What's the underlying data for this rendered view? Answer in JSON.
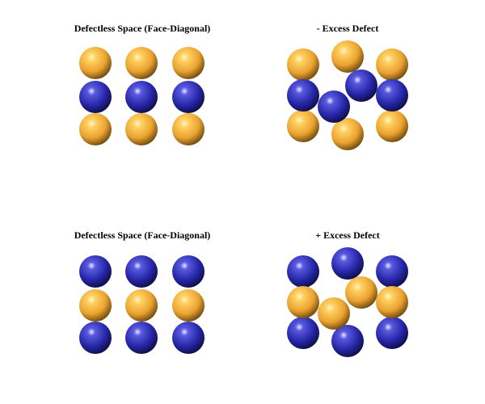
{
  "colors": {
    "gold_sphere": "#f0a830",
    "blue_sphere": "#2a2ab0",
    "background": "#ffffff"
  },
  "panels": [
    {
      "title": "Defectless Space (Face-Diagonal)",
      "arrangement": "perfect-lattice",
      "rows": [
        [
          "gold",
          "gold",
          "gold"
        ],
        [
          "blue",
          "blue",
          "blue"
        ],
        [
          "gold",
          "gold",
          "gold"
        ]
      ]
    },
    {
      "title": "- Excess Defect",
      "arrangement": "defect-lattice",
      "corner_color": "gold",
      "middle_color": "blue",
      "defect_color": "blue"
    },
    {
      "title": "Defectless Space (Face-Diagonal)",
      "arrangement": "perfect-lattice",
      "rows": [
        [
          "blue",
          "blue",
          "blue"
        ],
        [
          "gold",
          "gold",
          "gold"
        ],
        [
          "blue",
          "blue",
          "blue"
        ]
      ]
    },
    {
      "title": "+ Excess Defect",
      "arrangement": "defect-lattice",
      "corner_color": "blue",
      "middle_color": "gold",
      "defect_color": "gold"
    }
  ]
}
